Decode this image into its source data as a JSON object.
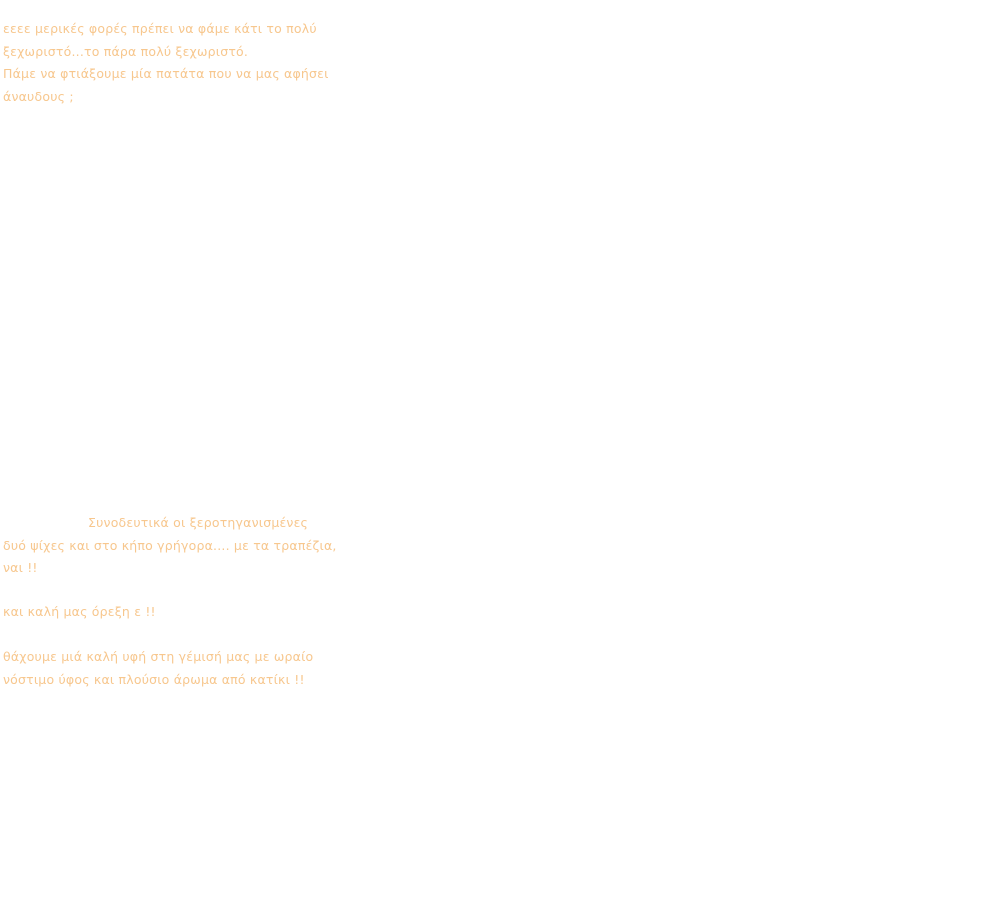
{
  "theme": {
    "text_color": "#f7c78e",
    "background": "#ffffff"
  },
  "intro": {
    "lines": [
      "εεεε μερικές φορές πρέπει να φάμε κάτι το πολύ",
      "ξεχωριστό...το πάρα πολύ ξεχωριστό.",
      "Πάμε να φτιάξουμε μία πατάτα που να μας αφήσει",
      "άναυδους ;"
    ]
  },
  "sides": {
    "lines": [
      "Συνοδευτικά οι ξεροτηγανισμένες",
      "δυό ψίχες και στο κήπο γρήγορα.... με τα τραπέζια,",
      "ναι !!"
    ]
  },
  "wish": {
    "text": "και καλή μας όρεξη ε !!"
  },
  "texture": {
    "lines": [
      "θάχουμε μιά καλή υφή στη γέμισή μας με ωραίο",
      "νόστιμο ύφος και πλούσιο άρωμα από κατίκι !!"
    ]
  }
}
